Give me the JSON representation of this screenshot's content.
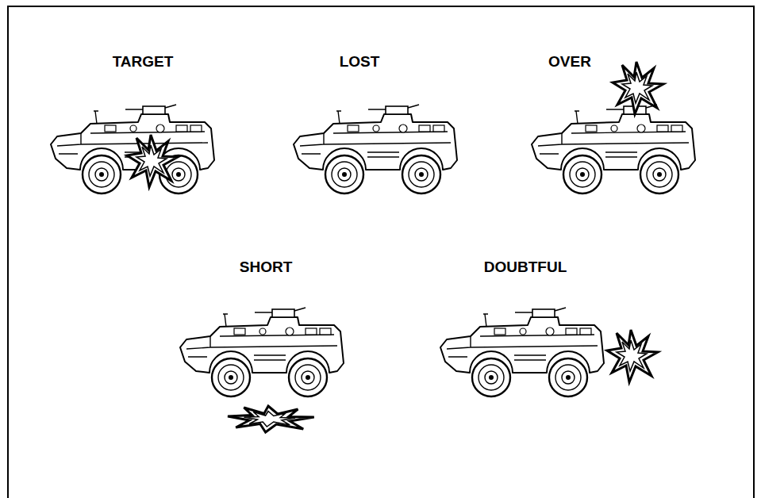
{
  "diagram": {
    "labels": [
      "TARGET",
      "LOST",
      "OVER",
      "SHORT",
      "DOUBTFUL"
    ]
  }
}
